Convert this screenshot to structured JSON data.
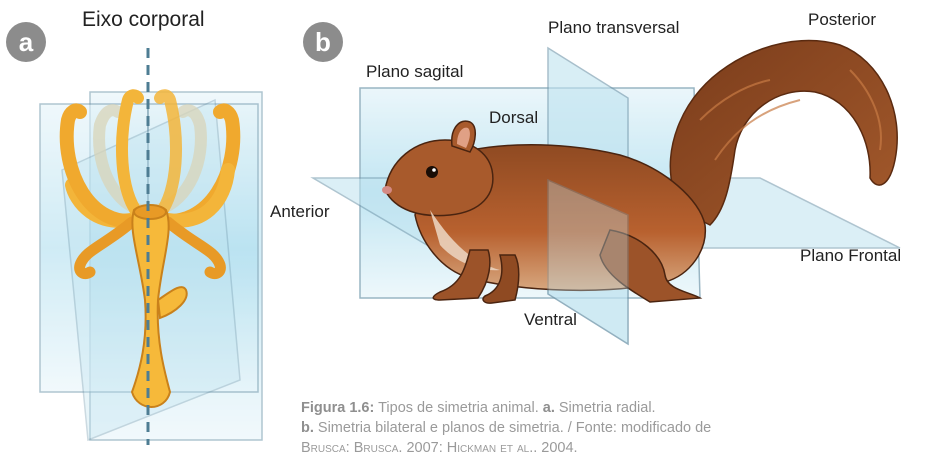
{
  "panel_a": {
    "badge": "a",
    "axis_label": "Eixo corporal"
  },
  "panel_b": {
    "badge": "b",
    "labels": {
      "transverse": "Plano transversal",
      "posterior": "Posterior",
      "sagittal": "Plano sagital",
      "dorsal": "Dorsal",
      "anterior": "Anterior",
      "frontal": "Plano Frontal",
      "ventral": "Ventral"
    }
  },
  "caption": {
    "figure": "Figura 1.6:",
    "line1_text": " Tipos de simetria animal. ",
    "a_marker": "a.",
    "a_text": " Simetria radial.",
    "b_marker": "b.",
    "b_text": " Simetria bilateral e planos de simetria. / Fonte: modificado de",
    "line3": "Brusca; Brusca, 2007; Hickman et al., 2004."
  },
  "colors": {
    "badge": "#8c8c8c",
    "plane_fill": "#bfe3f0",
    "plane_stroke": "#6f96aa",
    "organism": "#f3b53a",
    "squirrel_fur": "#a8552a",
    "caption_text": "#9a9a9a"
  }
}
